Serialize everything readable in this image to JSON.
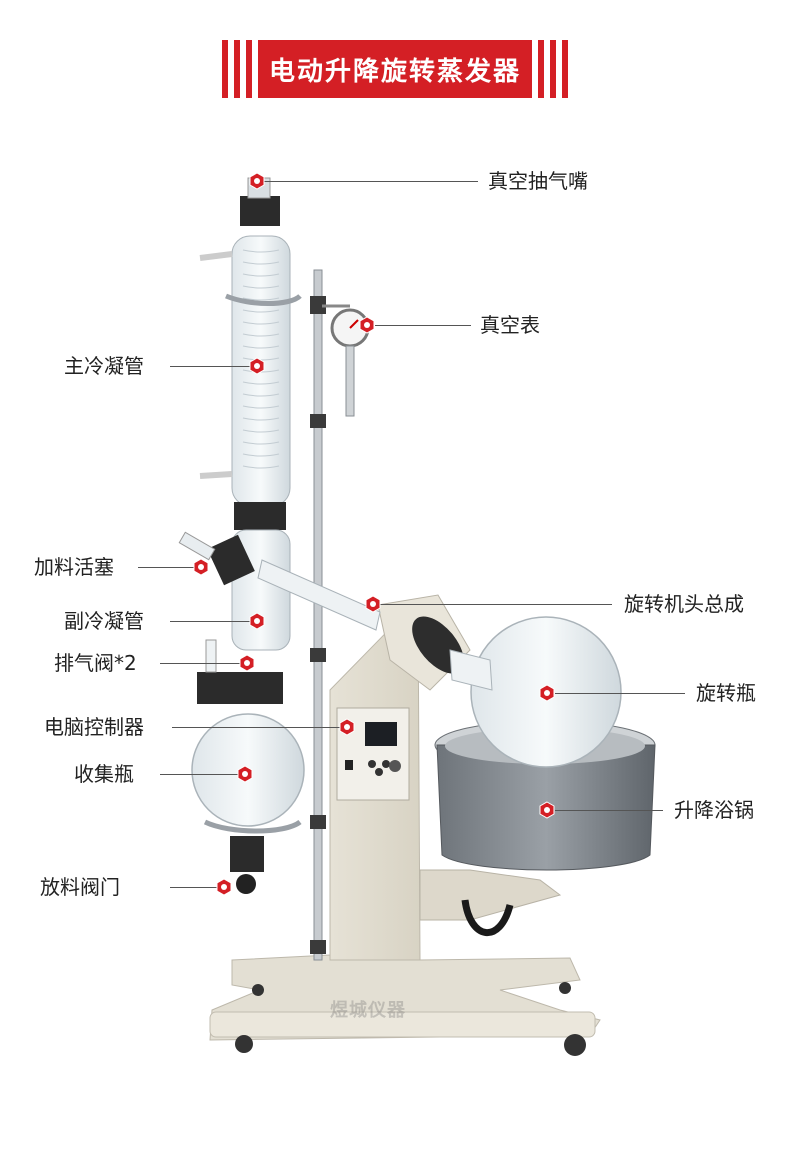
{
  "title": "电动升降旋转蒸发器",
  "watermark": "煜城仪器",
  "colors": {
    "accent": "#d41f25"
  },
  "marker_icon": "hexagon-marker-icon",
  "callouts": {
    "vacuum_nozzle": "真空抽气嘴",
    "vacuum_gauge": "真空表",
    "main_condenser": "主冷凝管",
    "feed_valve": "加料活塞",
    "rotary_head": "旋转机头总成",
    "secondary_condenser": "副冷凝管",
    "exhaust_valve": "排气阀*2",
    "rotary_flask": "旋转瓶",
    "controller": "电脑控制器",
    "collection_flask": "收集瓶",
    "lifting_bath": "升降浴锅",
    "discharge_valve": "放料阀门"
  }
}
